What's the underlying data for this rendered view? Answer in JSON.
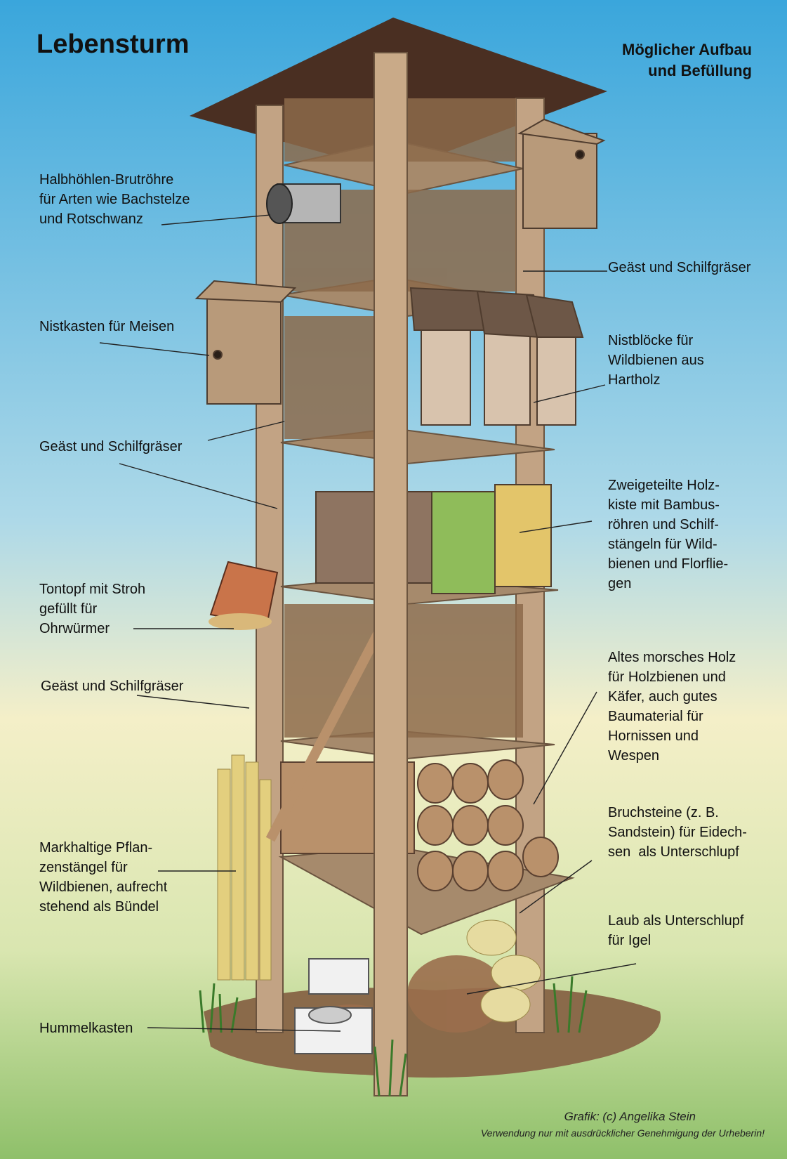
{
  "title": "Lebensturm",
  "subtitle": "Möglicher Aufbau\nund Befüllung",
  "labels": {
    "halbhoehlen": "Halbhöhlen-Brutröhre\nfür Arten wie Bachstelze\nund Rotschwanz",
    "geaest_top": "Geäst und Schilfgräser",
    "nistkasten_meisen": "Nistkasten für Meisen",
    "nistbloecke": "Nistblöcke für\nWildbienen aus\nHartholz",
    "geaest_mid": "Geäst und Schilfgräser",
    "holzkiste": "Zweigeteilte Holz-\nkiste mit Bambus-\nröhren und Schilf-\nstängeln für Wild-\nbienen und Florflie-\ngen",
    "tontopf": "Tontopf mit Stroh\ngefüllt für\nOhrwürmer",
    "geaest_low": "Geäst und Schilfgräser",
    "altes_holz": "Altes morsches Holz\nfür Holzbienen und\nKäfer, auch gutes\nBaumaterial für\nHornissen und\nWespen",
    "markhaltige": "Markhaltige Pflan-\nzenstängel für\nWildbienen, aufrecht\nstehend als Bündel",
    "bruchsteine": "Bruchsteine (z. B.\nSandstein) für Eidech-\nsen  als Unterschlupf",
    "laub": "Laub als Unterschlupf\nfür Igel",
    "hummelkasten": "Hummelkasten"
  },
  "credit": "Grafik: (c) Angelika Stein",
  "notice": "Verwendung nur mit ausdrücklicher Genehmigung der Urheberin!",
  "colors": {
    "sky_top": "#3aa6dc",
    "sky_bottom": "#cfe9c8",
    "ground_green": "#9cc86a",
    "soil": "#8a6a4a",
    "wood": "#b89a7a",
    "roof": "#4a2f22"
  }
}
